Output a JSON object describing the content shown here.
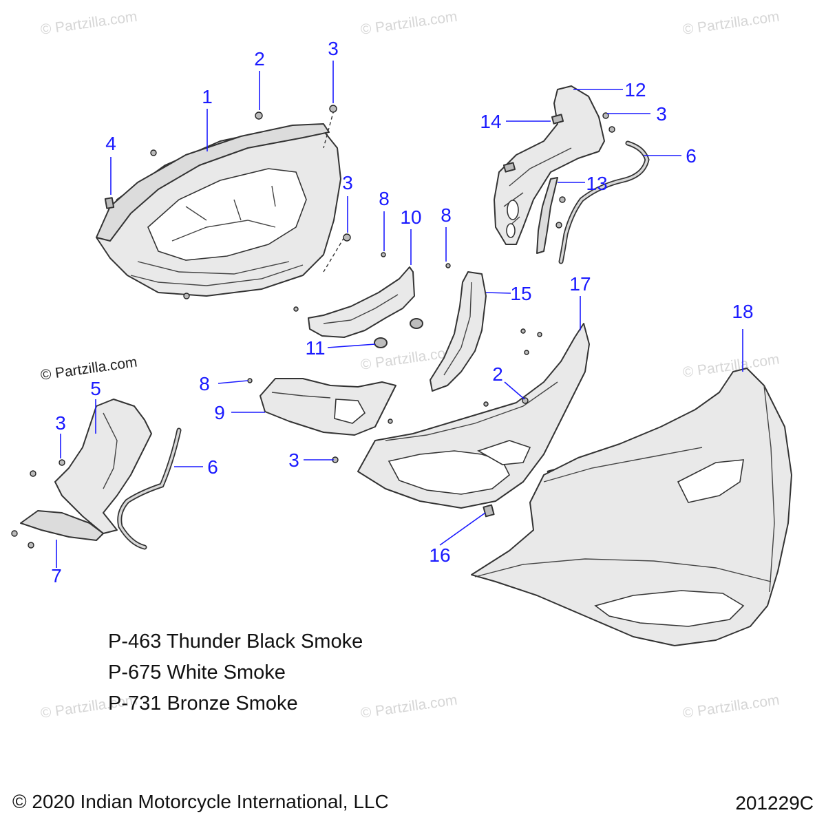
{
  "watermark": {
    "text": "© Partzilla.com"
  },
  "callouts": {
    "c1": "1",
    "c2a": "2",
    "c2b": "2",
    "c3a": "3",
    "c3b": "3",
    "c3c": "3",
    "c3d": "3",
    "c3e": "3",
    "c4": "4",
    "c5": "5",
    "c6a": "6",
    "c6b": "6",
    "c7": "7",
    "c8a": "8",
    "c8b": "8",
    "c8c": "8",
    "c9": "9",
    "c10": "10",
    "c11": "11",
    "c12": "12",
    "c13": "13",
    "c14": "14",
    "c15": "15",
    "c16": "16",
    "c17": "17",
    "c18": "18"
  },
  "legend": [
    "P-463 Thunder Black Smoke",
    "P-675 White Smoke",
    "P-731 Bronze Smoke"
  ],
  "footer": {
    "copyright": "© 2020 Indian Motorcycle International, LLC",
    "diagram_code": "201229C"
  }
}
